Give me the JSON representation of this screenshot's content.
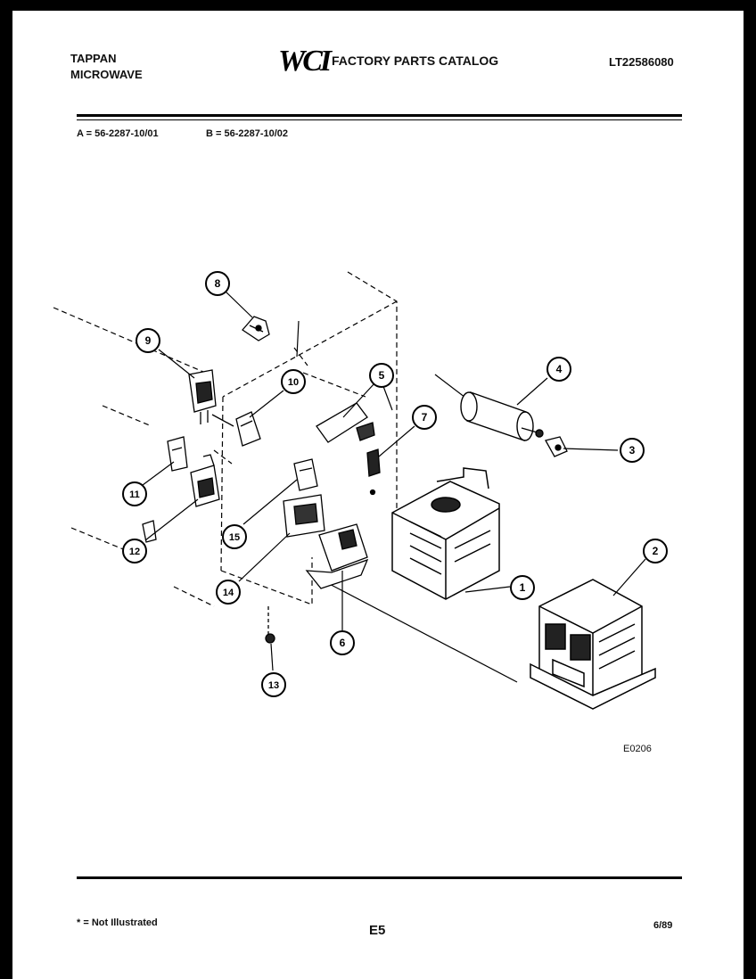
{
  "header": {
    "brand_line1": "TAPPAN",
    "brand_line2": "MICROWAVE",
    "logo_text": "WCI",
    "catalog_title": "FACTORY PARTS CATALOG",
    "model_number": "LT22586080"
  },
  "variants": {
    "a": "A = 56-2287-10/01",
    "b": "B = 56-2287-10/02"
  },
  "diagram": {
    "callouts": [
      "1",
      "2",
      "3",
      "4",
      "5",
      "6",
      "7",
      "8",
      "9",
      "10",
      "11",
      "12",
      "13",
      "14",
      "15"
    ],
    "drawing_code": "E0206"
  },
  "footer": {
    "note": "* = Not Illustrated",
    "page_number": "E5",
    "date": "6/89"
  }
}
